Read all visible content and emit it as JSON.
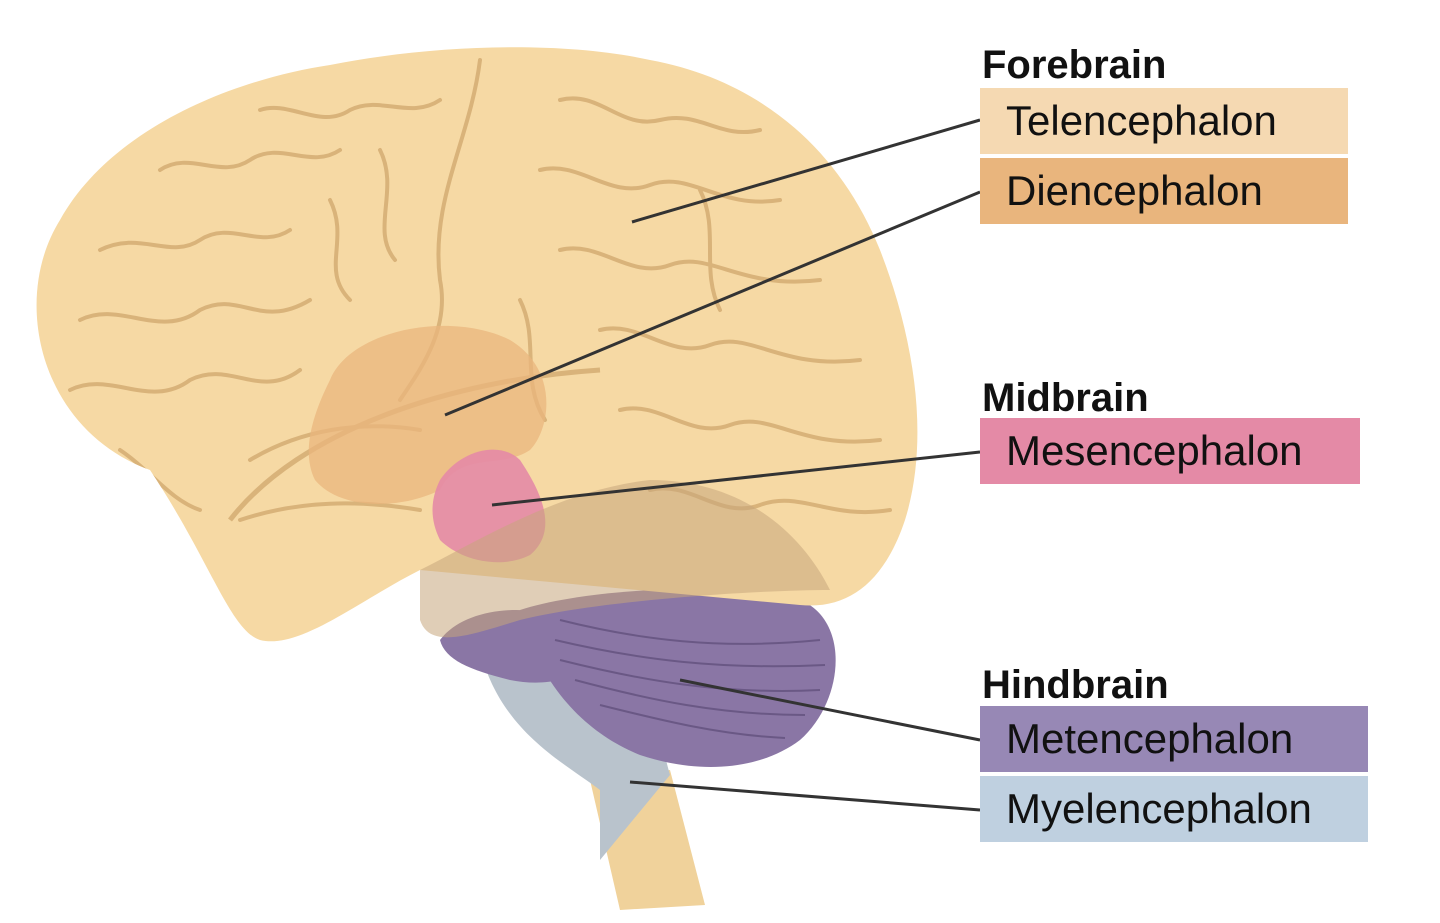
{
  "groups": {
    "forebrain": {
      "title": "Forebrain",
      "regions": {
        "telencephalon": {
          "label": "Telencephalon",
          "color": "#f5d9b2"
        },
        "diencephalon": {
          "label": "Diencephalon",
          "color": "#e9b57d"
        }
      }
    },
    "midbrain": {
      "title": "Midbrain",
      "regions": {
        "mesencephalon": {
          "label": "Mesencephalon",
          "color": "#e48aa6"
        }
      }
    },
    "hindbrain": {
      "title": "Hindbrain",
      "regions": {
        "metencephalon": {
          "label": "Metencephalon",
          "color": "#9788b5"
        },
        "myelencephalon": {
          "label": "Myelencephalon",
          "color": "#bfd0e0"
        }
      }
    }
  },
  "illustration": {
    "cerebrum_color": "#f6d9a4",
    "sulcus_color": "#d9b37a",
    "cerebellum_color": "#8a76a5",
    "brainstem_color": "#b9c3cc",
    "spinal_cord_color": "#f0d29b",
    "leader_line_color": "#333333"
  }
}
